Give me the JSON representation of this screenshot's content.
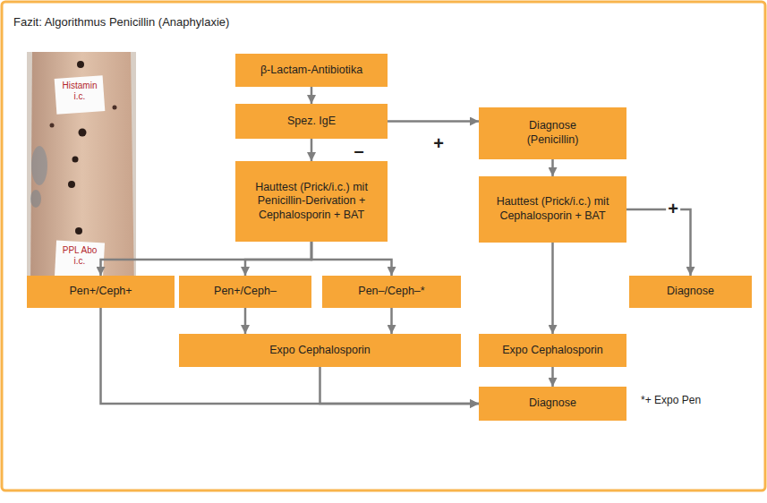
{
  "diagram": {
    "title": "Fazit: Algorithmus Penicillin (Anaphylaxie)",
    "nodes": [
      {
        "text": [
          "β-Lactam-Antibiotika"
        ]
      },
      {
        "text": [
          "Spez. IgE"
        ]
      },
      {
        "text": [
          "Diagnose (Penicillin)"
        ]
      },
      {
        "text": [
          "Hauttest (Prick/i.c.) mit Penicillin-Derivation + Cephalosporin + BAT"
        ]
      },
      {
        "text": [
          "Hauttest (Prick/i.c.) mit Cephalosporin + BAT"
        ]
      },
      {
        "text": [
          "Diagnose"
        ]
      },
      {
        "text": [
          "Pen+/Ceph+"
        ]
      },
      {
        "text": [
          "Pen+/Ceph–"
        ]
      },
      {
        "text": [
          "Pen–/Ceph–*"
        ]
      },
      {
        "text": [
          "Expo Cephalosporin"
        ]
      },
      {
        "text": [
          "Expo Cephalosporin"
        ]
      },
      {
        "text": [
          "Diagnose"
        ]
      }
    ],
    "edges": [
      {
        "from": 0,
        "to": 1,
        "arrow": "to"
      },
      {
        "from": 1,
        "to": 2,
        "label": "+",
        "arrow": "to"
      },
      {
        "from": 1,
        "to": 3,
        "label": "–",
        "arrow": "to"
      },
      {
        "from": 2,
        "to": 4,
        "arrow": "to"
      },
      {
        "from": 4,
        "to": 5,
        "label": "+",
        "arrow": "to"
      },
      {
        "from": 3,
        "to": 6,
        "arrow": "to"
      },
      {
        "from": 3,
        "to": 7,
        "arrow": "to"
      },
      {
        "from": 3,
        "to": 8,
        "arrow": "to"
      },
      {
        "from": 7,
        "to": 10,
        "arrow": "to"
      },
      {
        "from": 8,
        "to": 10,
        "arrow": "to"
      },
      {
        "from": 4,
        "to": 9,
        "arrow": "to"
      },
      {
        "from": 6,
        "to": 11,
        "arrow": "to"
      },
      {
        "from": 10,
        "to": 11,
        "arrow": "to"
      },
      {
        "from": 9,
        "to": 11,
        "arrow": "to"
      }
    ],
    "labels": [
      "Histamin i.c.",
      "PPL Abo i.c.",
      "*+ Expo Pen"
    ]
  }
}
